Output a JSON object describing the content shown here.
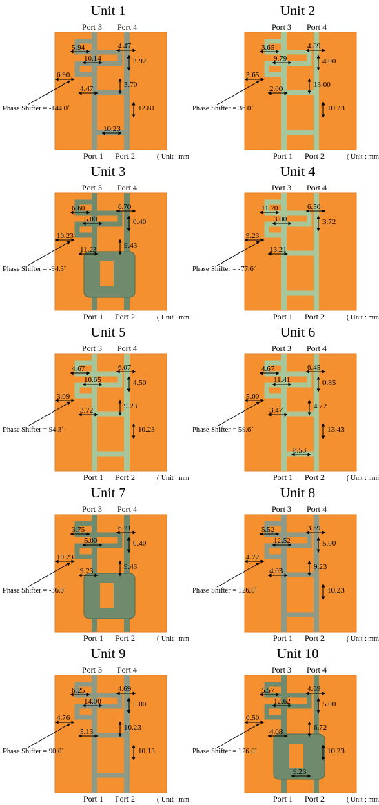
{
  "labels": {
    "port1": "Port 1",
    "port2": "Port 2",
    "port3": "Port 3",
    "port4": "Port 4",
    "unit_note": "( Unit : mm )"
  },
  "colors": {
    "substrate": "#f4902f",
    "substrate_edge": "#e07f25",
    "trace_green": "#a7c79a",
    "trace_gray": "#8e9a86",
    "trace_dark": "#6f8a6c",
    "arrow": "#000000"
  },
  "units": [
    {
      "title": "Unit 1",
      "phase": "Phase Shifter = -144.0˚",
      "style": "gray",
      "dims": [
        "5.94",
        "4.47",
        "10.14",
        "3.92",
        "6.90",
        "4.47",
        "3.70",
        "12.81",
        "10.23"
      ]
    },
    {
      "title": "Unit 2",
      "phase": "Phase Shifter = 36.0˚",
      "style": "green",
      "dims": [
        "3.65",
        "4.89",
        "9.79",
        "4.00",
        "3.65",
        "2.00",
        "13.00",
        "10.23"
      ]
    },
    {
      "title": "Unit 3",
      "phase": "Phase Shifter = -94.3˚",
      "style": "dark",
      "dims": [
        "6.60",
        "6.70",
        "5.00",
        "0.40",
        "10.23",
        "11.23",
        "9.43"
      ]
    },
    {
      "title": "Unit 4",
      "phase": "Phase Shifter = -77.6˚",
      "style": "green",
      "dims": [
        "11.70",
        "6.50",
        "3.00",
        "3.72",
        "9.23",
        "13.21"
      ]
    },
    {
      "title": "Unit 5",
      "phase": "Phase Shifter = 94.3˚",
      "style": "green",
      "dims": [
        "4.67",
        "6.07",
        "10.65",
        "4.50",
        "3.09",
        "3.72",
        "9.23",
        "10.23"
      ]
    },
    {
      "title": "Unit 6",
      "phase": "Phase Shifter = 59.6˚",
      "style": "green",
      "dims": [
        "4.67",
        "6.45",
        "11.41",
        "0.85",
        "5.00",
        "3.47",
        "4.72",
        "13.43",
        "8.53"
      ]
    },
    {
      "title": "Unit 7",
      "phase": "Phase Shifter = -36.0˚",
      "style": "dark",
      "dims": [
        "3.75",
        "6.71",
        "5.00",
        "0.40",
        "10.23",
        "9.23",
        "9.43"
      ]
    },
    {
      "title": "Unit 8",
      "phase": "Phase Shifter = 126.0˚",
      "style": "gray",
      "dims": [
        "5.52",
        "3.69",
        "12.52",
        "5.00",
        "4.72",
        "4.03",
        "9.23",
        "10.23"
      ]
    },
    {
      "title": "Unit 9",
      "phase": "Phase Shifter = 90.0˚",
      "style": "gray",
      "dims": [
        "6.25",
        "4.69",
        "14.00",
        "5.00",
        "4.76",
        "5.13",
        "10.23",
        "10.13"
      ]
    },
    {
      "title": "Unit 10",
      "phase": "Phase Shifter = 126.0˚",
      "style": "dark",
      "dims": [
        "5.57",
        "4.69",
        "12.62",
        "5.00",
        "0.50",
        "4.08",
        "6.72",
        "10.23",
        "9.23"
      ]
    }
  ]
}
